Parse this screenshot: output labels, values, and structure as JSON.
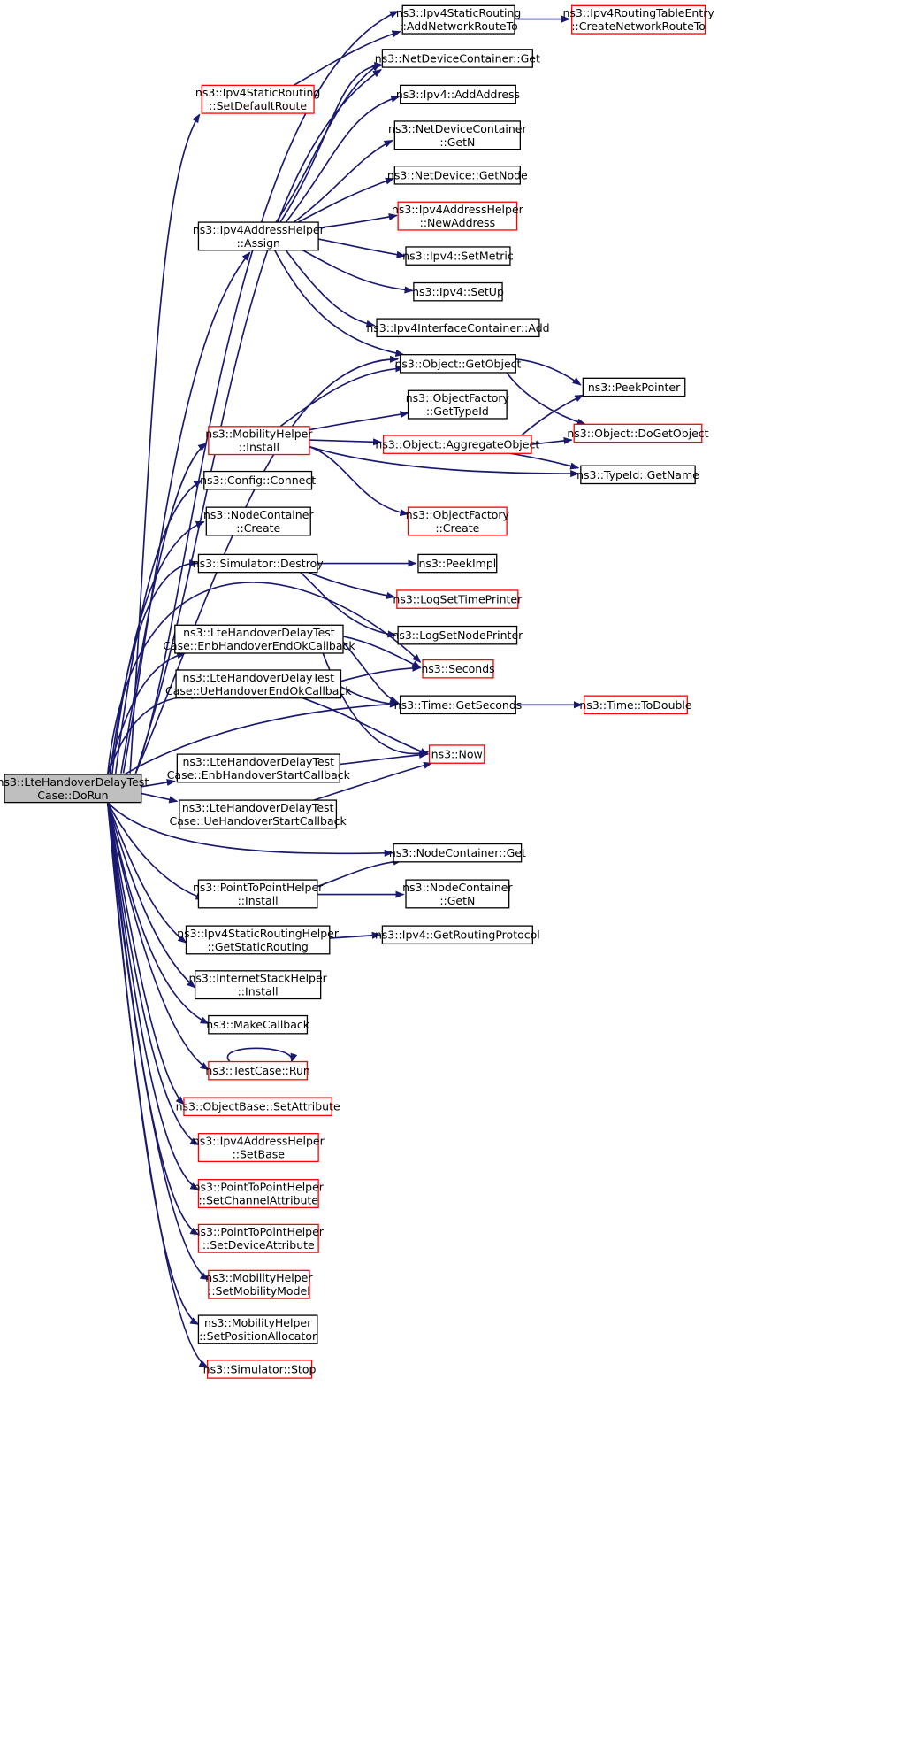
{
  "colors": {
    "edge": "#191970",
    "root_fill": "#bfbfbf",
    "highlight_border": "#ff0000",
    "normal_border": "#000000"
  },
  "nodes": {
    "root": [
      "ns3::LteHandoverDelayTest",
      "Case::DoRun"
    ],
    "addNetworkRouteTo": [
      "ns3::Ipv4StaticRouting",
      "::AddNetworkRouteTo"
    ],
    "createNetworkRouteTo": [
      "ns3::Ipv4RoutingTableEntry",
      "::CreateNetworkRouteTo"
    ],
    "setDefaultRoute": [
      "ns3::Ipv4StaticRouting",
      "::SetDefaultRoute"
    ],
    "ndcGet": [
      "ns3::NetDeviceContainer::Get"
    ],
    "ipv4AddAddress": [
      "ns3::Ipv4::AddAddress"
    ],
    "ndcGetN": [
      "ns3::NetDeviceContainer",
      "::GetN"
    ],
    "netDeviceGetNode": [
      "ns3::NetDevice::GetNode"
    ],
    "newAddress": [
      "ns3::Ipv4AddressHelper",
      "::NewAddress"
    ],
    "assign": [
      "ns3::Ipv4AddressHelper",
      "::Assign"
    ],
    "setMetric": [
      "ns3::Ipv4::SetMetric"
    ],
    "setUp": [
      "ns3::Ipv4::SetUp"
    ],
    "iicAdd": [
      "ns3::Ipv4InterfaceContainer::Add"
    ],
    "getObject": [
      "ns3::Object::GetObject"
    ],
    "peekPointer": [
      "ns3::PeekPointer"
    ],
    "getTypeId": [
      "ns3::ObjectFactory",
      "::GetTypeId"
    ],
    "mobilityInstall": [
      "ns3::MobilityHelper",
      "::Install"
    ],
    "aggregateObject": [
      "ns3::Object::AggregateObject"
    ],
    "doGetObject": [
      "ns3::Object::DoGetObject"
    ],
    "getName": [
      "ns3::TypeId::GetName"
    ],
    "configConnect": [
      "ns3::Config::Connect"
    ],
    "ncCreate": [
      "ns3::NodeContainer",
      "::Create"
    ],
    "ofCreate": [
      "ns3::ObjectFactory",
      "::Create"
    ],
    "simDestroy": [
      "ns3::Simulator::Destroy"
    ],
    "peekImpl": [
      "ns3::PeekImpl"
    ],
    "logSetTimePrinter": [
      "ns3::LogSetTimePrinter"
    ],
    "logSetNodePrinter": [
      "ns3::LogSetNodePrinter"
    ],
    "enbEndOk": [
      "ns3::LteHandoverDelayTest",
      "Case::EnbHandoverEndOkCallback"
    ],
    "seconds": [
      "ns3::Seconds"
    ],
    "ueEndOk": [
      "ns3::LteHandoverDelayTest",
      "Case::UeHandoverEndOkCallback"
    ],
    "timeGetSeconds": [
      "ns3::Time::GetSeconds"
    ],
    "toDouble": [
      "ns3::Time::ToDouble"
    ],
    "now": [
      "ns3::Now"
    ],
    "enbStart": [
      "ns3::LteHandoverDelayTest",
      "Case::EnbHandoverStartCallback"
    ],
    "ueStart": [
      "ns3::LteHandoverDelayTest",
      "Case::UeHandoverStartCallback"
    ],
    "ncGet": [
      "ns3::NodeContainer::Get"
    ],
    "p2pInstall": [
      "ns3::PointToPointHelper",
      "::Install"
    ],
    "ncGetN": [
      "ns3::NodeContainer",
      "::GetN"
    ],
    "getStaticRouting": [
      "ns3::Ipv4StaticRoutingHelper",
      "::GetStaticRouting"
    ],
    "getRoutingProtocol": [
      "ns3::Ipv4::GetRoutingProtocol"
    ],
    "internetInstall": [
      "ns3::InternetStackHelper",
      "::Install"
    ],
    "makeCallback": [
      "ns3::MakeCallback"
    ],
    "testCaseRun": [
      "ns3::TestCase::Run"
    ],
    "setAttribute": [
      "ns3::ObjectBase::SetAttribute"
    ],
    "setBase": [
      "ns3::Ipv4AddressHelper",
      "::SetBase"
    ],
    "setChannelAttribute": [
      "ns3::PointToPointHelper",
      "::SetChannelAttribute"
    ],
    "setDeviceAttribute": [
      "ns3::PointToPointHelper",
      "::SetDeviceAttribute"
    ],
    "setMobilityModel": [
      "ns3::MobilityHelper",
      "::SetMobilityModel"
    ],
    "setPositionAllocator": [
      "ns3::MobilityHelper",
      "::SetPositionAllocator"
    ],
    "simStop": [
      "ns3::Simulator::Stop"
    ]
  }
}
